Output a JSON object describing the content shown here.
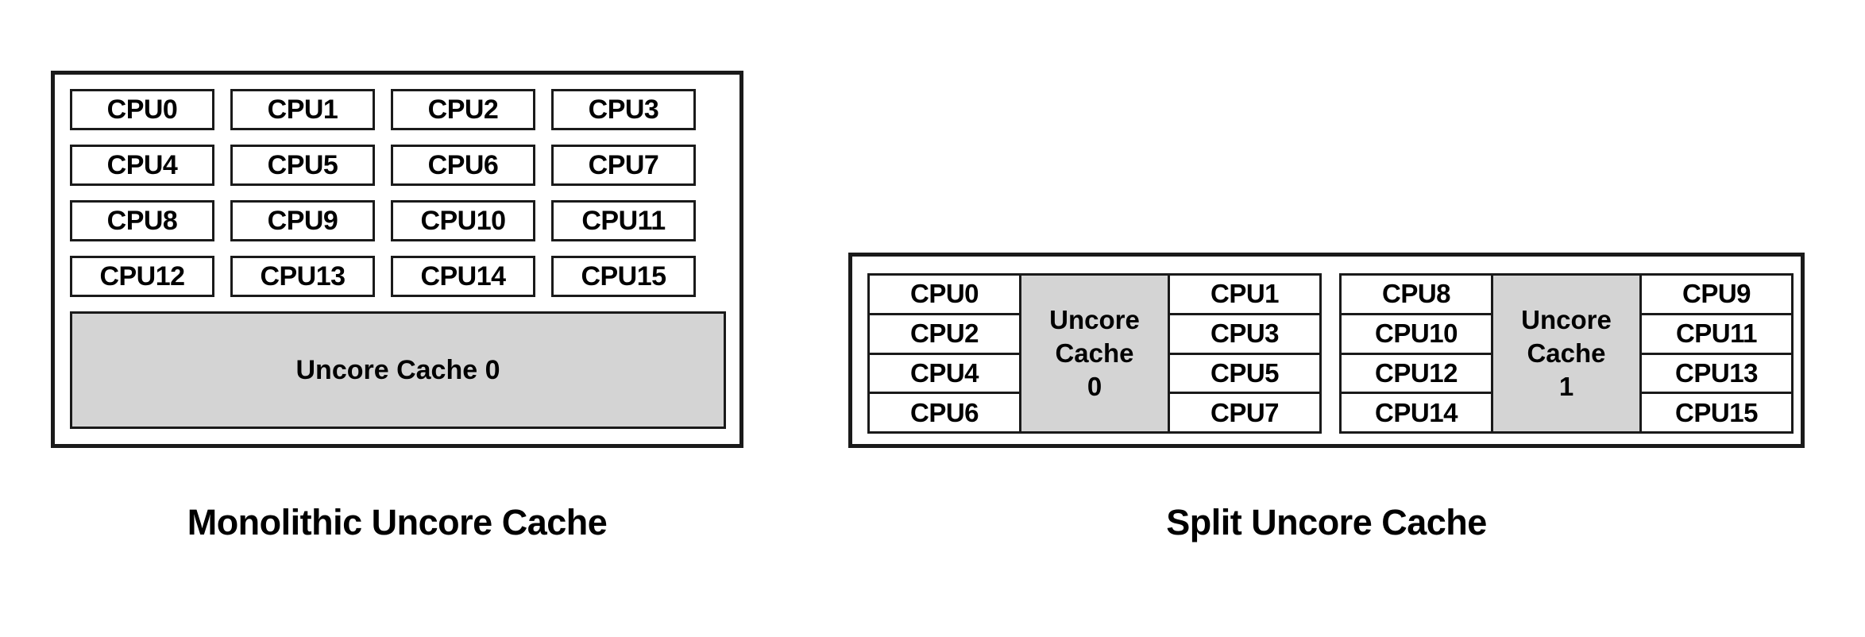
{
  "diagram": {
    "title_left": "Monolithic Uncore Cache",
    "title_right": "Split Uncore Cache",
    "colors": {
      "cache_fill": "#d4d4d4",
      "box_stroke": "#1a1a1a",
      "background": "#ffffff",
      "text": "#000000"
    }
  },
  "monolithic": {
    "caption": "Monolithic Uncore Cache",
    "cpus": [
      "CPU0",
      "CPU1",
      "CPU2",
      "CPU3",
      "CPU4",
      "CPU5",
      "CPU6",
      "CPU7",
      "CPU8",
      "CPU9",
      "CPU10",
      "CPU11",
      "CPU12",
      "CPU13",
      "CPU14",
      "CPU15"
    ],
    "cache_label": "Uncore Cache 0"
  },
  "split": {
    "caption": "Split Uncore Cache",
    "clusters": [
      {
        "left_cpus": [
          "CPU0",
          "CPU2",
          "CPU4",
          "CPU6"
        ],
        "right_cpus": [
          "CPU1",
          "CPU3",
          "CPU5",
          "CPU7"
        ],
        "cache_line1": "Uncore",
        "cache_line2": "Cache",
        "cache_line3": "0"
      },
      {
        "left_cpus": [
          "CPU8",
          "CPU10",
          "CPU12",
          "CPU14"
        ],
        "right_cpus": [
          "CPU9",
          "CPU11",
          "CPU13",
          "CPU15"
        ],
        "cache_line1": "Uncore",
        "cache_line2": "Cache",
        "cache_line3": "1"
      }
    ]
  }
}
